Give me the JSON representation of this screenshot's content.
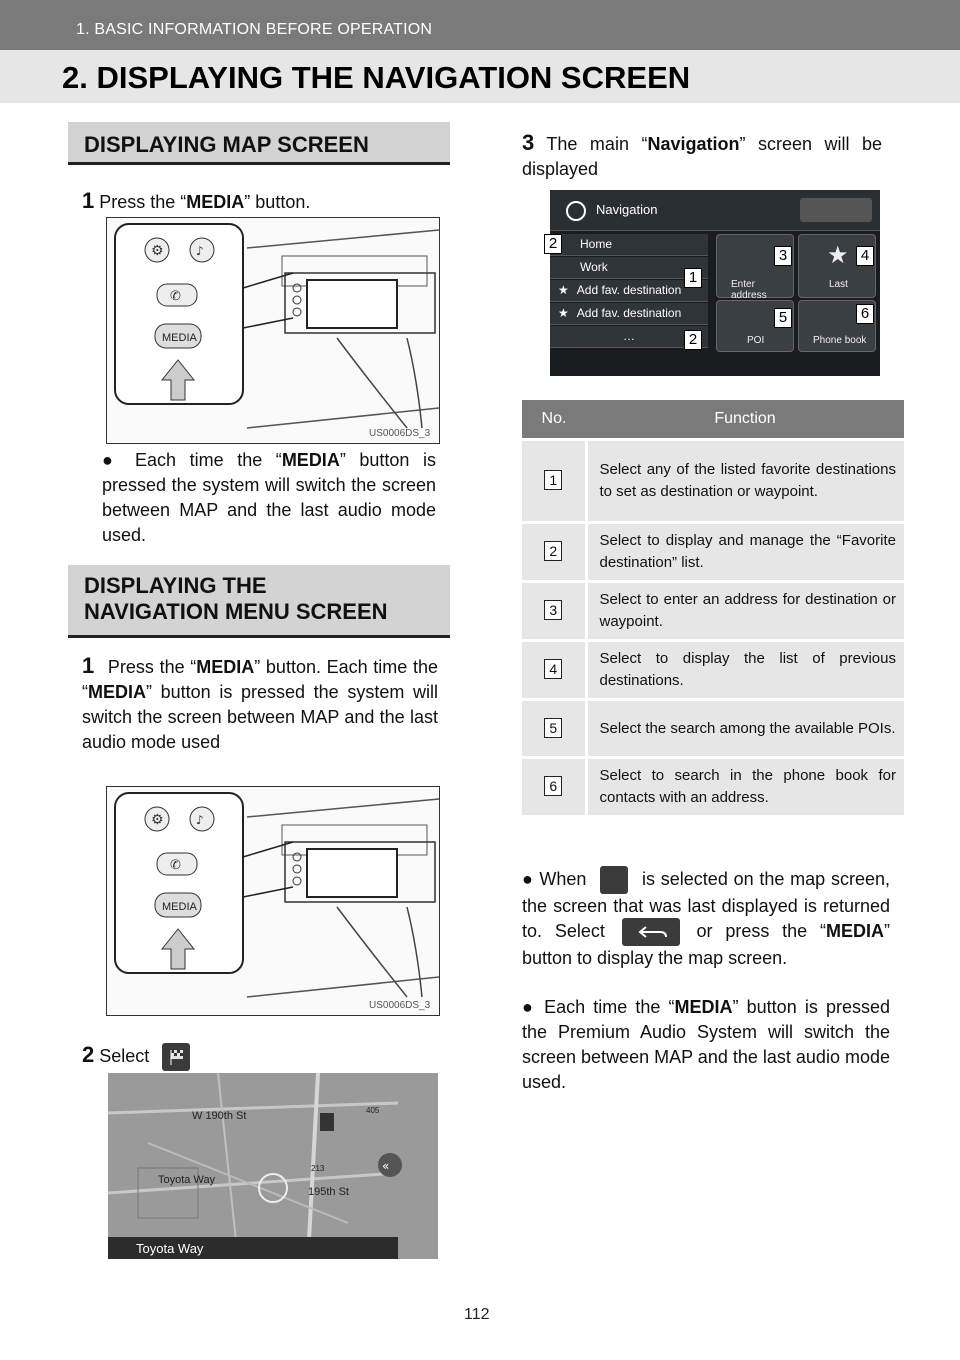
{
  "header": {
    "chapter": "1. BASIC INFORMATION BEFORE OPERATION",
    "title": "2. DISPLAYING THE NAVIGATION SCREEN"
  },
  "section1": {
    "heading": "DISPLAYING MAP SCREEN",
    "step_num": "1",
    "step_pre": "Press the “",
    "step_bold": "MEDIA",
    "step_post": "” button.",
    "image_code": "US0006DS_3",
    "bullet_pre": "Each time the “",
    "bullet_bold": "MEDIA",
    "bullet_post": "” button is pressed the system will switch the screen between MAP and the last audio mode used."
  },
  "section2": {
    "heading_l1": "DISPLAYING THE",
    "heading_l2": "NAVIGATION MENU SCREEN",
    "step1_num": "1",
    "step1_pre": "Press the “",
    "step1_bold": "MEDIA",
    "step1_mid": "” button. Each time the “",
    "step1_bold2": "MEDIA",
    "step1_post": "” button is pressed the system will switch the screen between MAP and the last audio mode used",
    "image_code": "US0006DS_3",
    "step2_num": "2",
    "step2_text": "Select"
  },
  "illustration": {
    "media_label": "MEDIA"
  },
  "map": {
    "street1": "W 190th St",
    "street2": "Toyota Way",
    "street3": "195th St",
    "road1": "405",
    "road2": "213",
    "bottom_label": "Toyota Way",
    "more": "…"
  },
  "step3": {
    "num": "3",
    "pre": "The main “",
    "bold": "Navigation",
    "post": "” screen will be displayed"
  },
  "nav_screen": {
    "title": "Navigation",
    "rows": [
      "Home",
      "Work",
      "Add fav. destination",
      "Add fav. destination",
      "…"
    ],
    "tiles": [
      "Enter address",
      "Last",
      "POI",
      "Phone book"
    ],
    "callouts": [
      "2",
      "3",
      "4",
      "1",
      "5",
      "6",
      "2"
    ]
  },
  "table": {
    "header_no": "No.",
    "header_function": "Function",
    "rows": [
      {
        "no": "1",
        "text": "Select any of the listed favorite destinations to set as destination or waypoint."
      },
      {
        "no": "2",
        "text": "Select to display and manage the “Favorite destination” list."
      },
      {
        "no": "3",
        "text": "Select to enter an address for destination or waypoint."
      },
      {
        "no": "4",
        "text": "Select to display the list of previous destinations."
      },
      {
        "no": "5",
        "text": "Select the search among the available POIs."
      },
      {
        "no": "6",
        "text": "Select to search in the phone book for contacts with an address."
      }
    ]
  },
  "notes": {
    "n1_a": "When",
    "n1_b": "is selected on the map screen, the screen that was last displayed is returned to. Select",
    "n1_c": "or press the “",
    "n1_bold": "MEDIA",
    "n1_d": "” button to display the map screen.",
    "n2_pre": "Each time the “",
    "n2_bold": "MEDIA",
    "n2_post": "” button is pressed the Premium Audio System will switch the screen between MAP and the last audio mode used."
  },
  "page_number": "112"
}
